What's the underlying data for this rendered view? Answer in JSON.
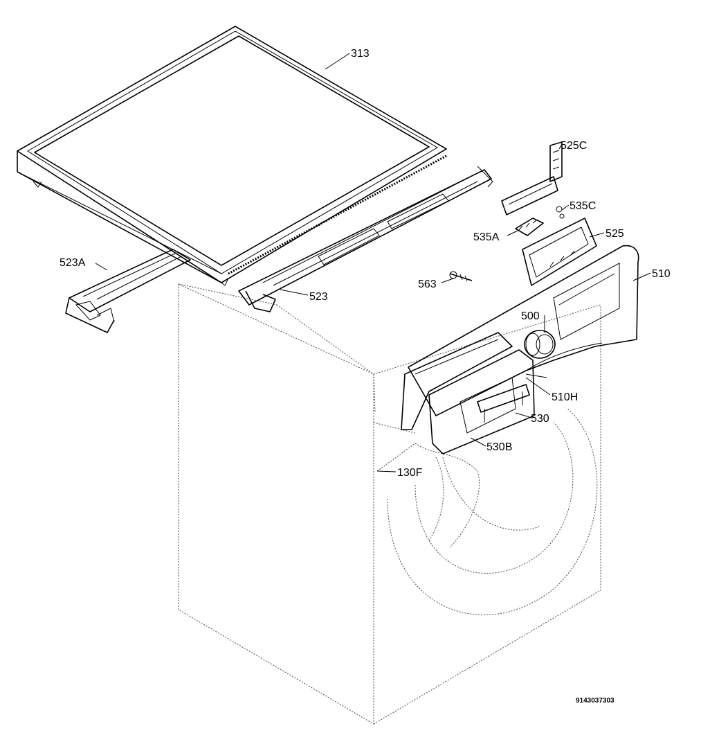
{
  "callouts": [
    {
      "id": "313",
      "text": "313"
    },
    {
      "id": "525C",
      "text": "525C"
    },
    {
      "id": "535C",
      "text": "535C"
    },
    {
      "id": "535A",
      "text": "535A"
    },
    {
      "id": "525",
      "text": "525"
    },
    {
      "id": "523A",
      "text": "523A"
    },
    {
      "id": "510",
      "text": "510"
    },
    {
      "id": "563",
      "text": "563"
    },
    {
      "id": "523",
      "text": "523"
    },
    {
      "id": "500",
      "text": "500"
    },
    {
      "id": "510H",
      "text": "510H"
    },
    {
      "id": "530",
      "text": "530"
    },
    {
      "id": "530B",
      "text": "530B"
    },
    {
      "id": "130F",
      "text": "130F"
    }
  ],
  "reference_number": "9143037303"
}
